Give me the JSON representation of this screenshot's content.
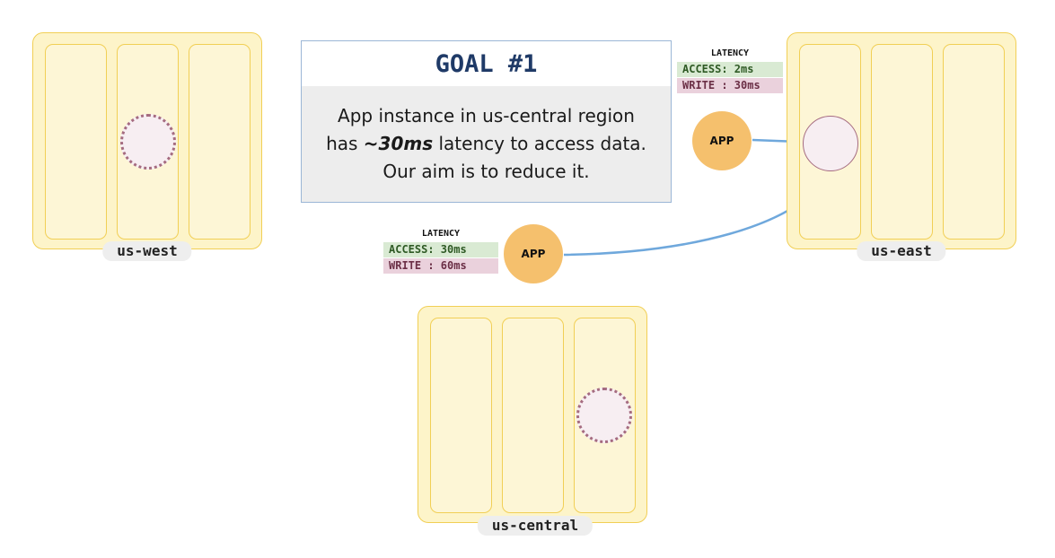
{
  "goal": {
    "title": "GOAL #1",
    "line1": "App instance in us-central region",
    "line2_prefix": "has ",
    "line2_emph": "~30ms",
    "line2_suffix": " latency to access data.",
    "line3": "Our aim is to reduce it."
  },
  "regions": {
    "west": {
      "label": "us-west"
    },
    "east": {
      "label": "us-east"
    },
    "central": {
      "label": "us-central"
    }
  },
  "apps": {
    "east_app": {
      "label": "APP"
    },
    "central_app": {
      "label": "APP"
    }
  },
  "latency_east": {
    "title": "LATENCY",
    "access": "ACCESS: 2ms",
    "write": "WRITE : 30ms"
  },
  "latency_central": {
    "title": "LATENCY",
    "access": "ACCESS: 30ms",
    "write": "WRITE : 60ms"
  },
  "colors": {
    "region_fill": "#fdf4c9",
    "region_border": "#f1cf55",
    "app_fill": "#f5c06d",
    "arrow": "#6fa8dc",
    "replica_border": "#a56b80",
    "goal_title": "#1f3a67"
  }
}
